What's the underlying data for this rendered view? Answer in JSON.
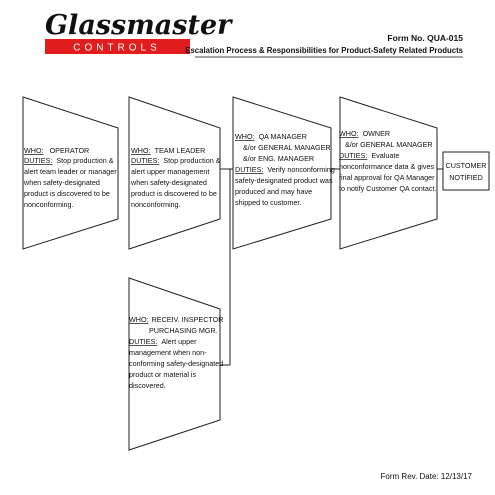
{
  "logo": {
    "brand": "Glassmaster",
    "sub": "CONTROLS",
    "brand_color": "#111111",
    "bar_color": "#e11d1d"
  },
  "header": {
    "form_no": "Form No. QUA-015",
    "title": "Escalation Process & Responsibilities for Product-Safety Related Products"
  },
  "boxes": [
    {
      "who_label": "WHO:",
      "who": [
        "OPERATOR"
      ],
      "duties_label": "DUTIES:",
      "duties_first": "Stop production &",
      "duties": [
        "alert team leader or manager",
        "when safety-designated",
        "product  is discovered to be",
        "nonconforming."
      ]
    },
    {
      "who_label": "WHO:",
      "who": [
        "TEAM LEADER"
      ],
      "duties_label": "DUTIES:",
      "duties_first": "Stop production &",
      "duties": [
        "alert upper management",
        "when safety-designated",
        "product is discovered to be",
        "nonconforming."
      ]
    },
    {
      "who_label": "WHO:",
      "who": [
        "QA MANAGER",
        "&/or GENERAL MANAGER",
        "&/or ENG. MANAGER"
      ],
      "duties_label": "DUTIES:",
      "duties_first": "Verify nonconforming",
      "duties": [
        "safety-designated product was",
        "produced and may have",
        "shipped to customer."
      ]
    },
    {
      "who_label": "WHO:",
      "who": [
        "OWNER",
        "&/or GENERAL MANAGER"
      ],
      "duties_label": "DUTIES:",
      "duties_first": "Evaluate",
      "duties": [
        "nonconformance data & gives",
        "final approval for QA Manager",
        "to notify Customer QA contact."
      ]
    },
    {
      "who_label": "WHO:",
      "who": [
        "RECEIV. INSPECTOR",
        "PURCHASING MGR."
      ],
      "duties_label": "DUTIES:",
      "duties_first": "Alert upper",
      "duties": [
        "management when non-",
        "conforming safety-designated",
        "product or material is",
        "discovered."
      ]
    }
  ],
  "customer_box": [
    "CUSTOMER",
    "NOTIFIED"
  ],
  "footer": {
    "rev": "Form Rev. Date: 12/13/17"
  }
}
